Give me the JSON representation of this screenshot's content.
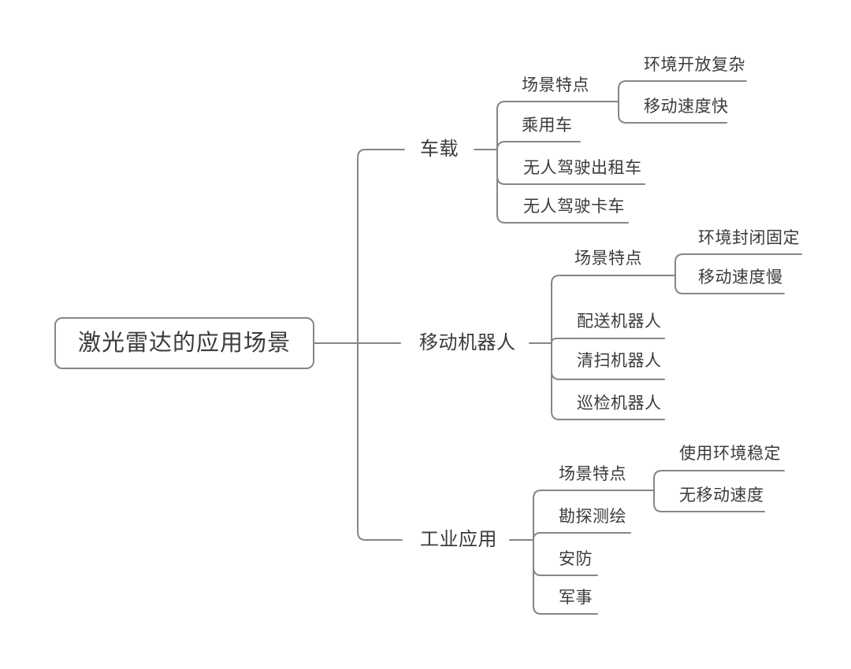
{
  "canvas": {
    "background_color": "#ffffff",
    "line_color": "#85858b",
    "text_color": "#3b3b40"
  },
  "mindmap": {
    "root": {
      "label": "激光雷达的应用场景"
    },
    "branches": [
      {
        "label": "车载",
        "children": [
          {
            "label": "场景特点",
            "children": [
              {
                "label": "环境开放复杂"
              },
              {
                "label": "移动速度快"
              }
            ]
          },
          {
            "label": "乘用车"
          },
          {
            "label": "无人驾驶出租车"
          },
          {
            "label": "无人驾驶卡车"
          }
        ]
      },
      {
        "label": "移动机器人",
        "children": [
          {
            "label": "场景特点",
            "children": [
              {
                "label": "环境封闭固定"
              },
              {
                "label": "移动速度慢"
              }
            ]
          },
          {
            "label": "配送机器人"
          },
          {
            "label": "清扫机器人"
          },
          {
            "label": "巡检机器人"
          }
        ]
      },
      {
        "label": "工业应用",
        "children": [
          {
            "label": "场景特点",
            "children": [
              {
                "label": "使用环境稳定"
              },
              {
                "label": "无移动速度"
              }
            ]
          },
          {
            "label": "勘探测绘"
          },
          {
            "label": "安防"
          },
          {
            "label": "军事"
          }
        ]
      }
    ]
  }
}
